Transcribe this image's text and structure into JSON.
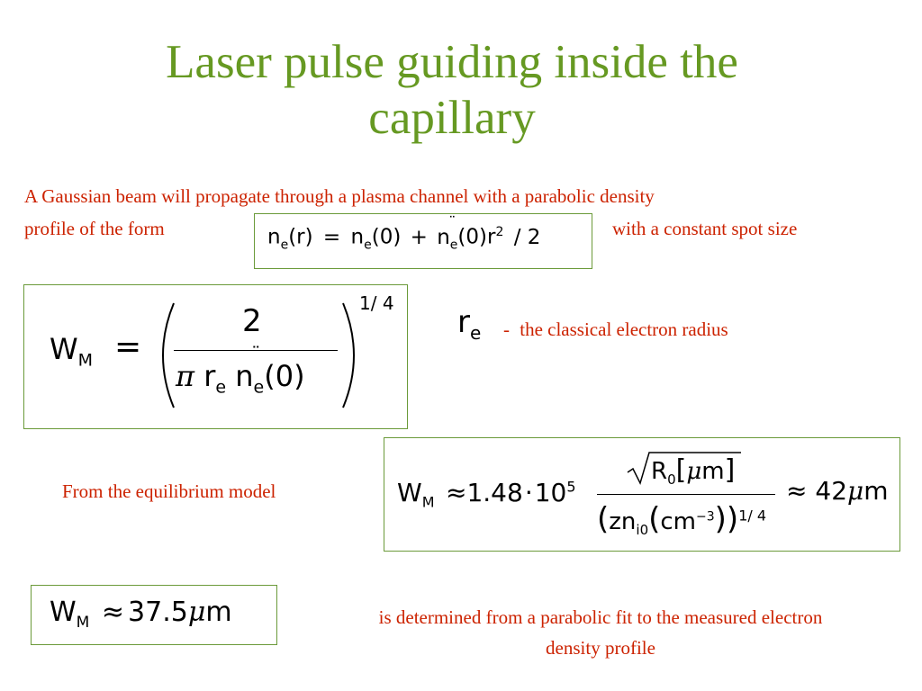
{
  "title": {
    "line1": "Laser pulse guiding inside the",
    "line2": "capillary"
  },
  "intro": {
    "line1": "A Gaussian beam will propagate through a plasma channel with a parabolic density",
    "line2": "profile of the form",
    "suffix": "with a constant spot size"
  },
  "eq1": {
    "lhs_n": "n",
    "lhs_sub": "e",
    "lhs_arg": "(r)",
    "eq": "=",
    "t1_n": "n",
    "t1_sub": "e",
    "t1_arg": "(0)",
    "plus": "+",
    "t2_n": "n",
    "t2_sub": "e",
    "t2_dots": "¨",
    "t2_arg": "(0)",
    "r": "r",
    "r_exp": "2",
    "div": "/ 2"
  },
  "eq2": {
    "W": "W",
    "W_sub": "M",
    "eq": "=",
    "num": "2",
    "pi": "π",
    "r": "r",
    "r_sub": "e",
    "n": "n",
    "n_sub": "e",
    "n_dots": "¨",
    "arg": "(0)",
    "exp": "1/ 4"
  },
  "re_note": {
    "r": "r",
    "sub": "e",
    "dash": "-",
    "text": "the classical electron radius"
  },
  "equilibrium": {
    "label": "From the equilibrium model"
  },
  "eq3": {
    "W": "W",
    "W_sub": "M",
    "approx1": "≈",
    "coef": "1.48",
    "dot": "·",
    "ten": "10",
    "ten_exp": "5",
    "R": "R",
    "R_sub": "0",
    "unit_mu": "μ",
    "unit_m": "m",
    "zn": "zn",
    "zn_sub": "i0",
    "cm": "cm",
    "cm_exp": "−3",
    "den_exp": "1/ 4",
    "approx2": "≈",
    "result_num": "42",
    "result_mu": "μ",
    "result_m": "m"
  },
  "eq4": {
    "W": "W",
    "W_sub": "M",
    "approx": "≈",
    "value": "37.5",
    "mu": "μ",
    "m": "m"
  },
  "fit_note": {
    "line1": "is determined from a parabolic fit to the measured electron",
    "line2": "density profile"
  }
}
